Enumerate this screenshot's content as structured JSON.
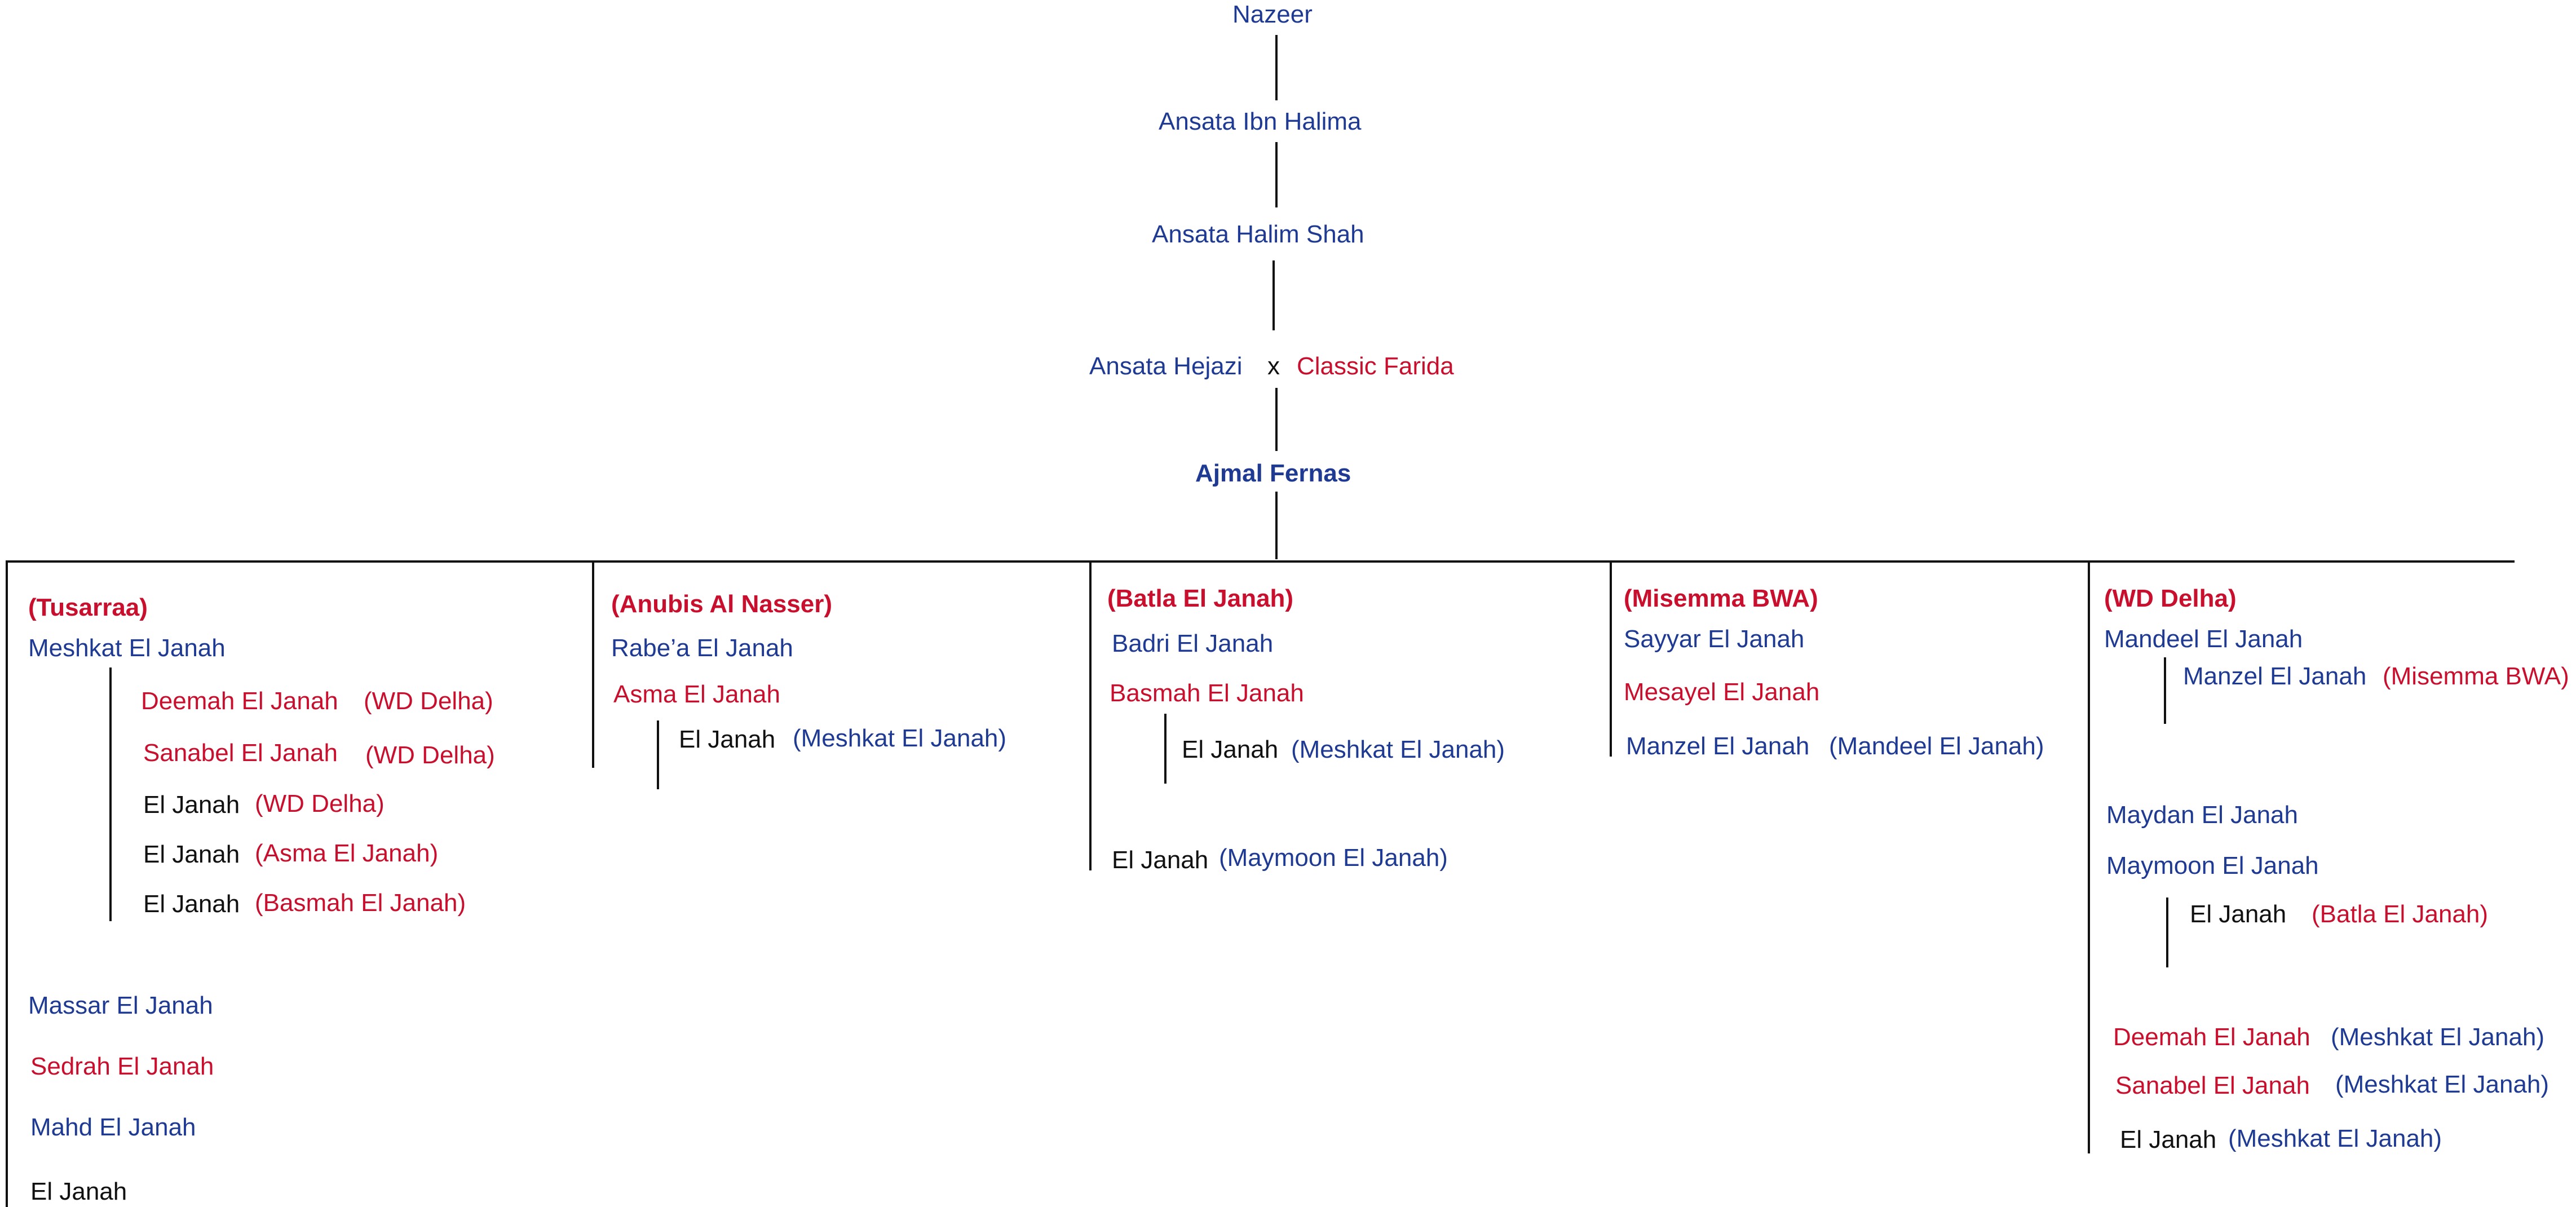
{
  "top": {
    "nazeer": "Nazeer",
    "ibn_halima": "Ansata Ibn Halima",
    "halim_shah": "Ansata Halim Shah",
    "hejazi": "Ansata Hejazi",
    "cross": "x",
    "classic_farida": "Classic Farida",
    "ajmal_fernas": "Ajmal Fernas"
  },
  "col1": {
    "dam": "(Tusarraa)",
    "meshkat": "Meshkat El Janah",
    "deemah": "Deemah El Janah",
    "deemah_dam": "(WD Delha)",
    "sanabel": "Sanabel El Janah",
    "sanabel_dam": "(WD Delha)",
    "ej1": "El Janah",
    "ej1_dam": "(WD Delha)",
    "ej2": "El Janah",
    "ej2_dam": "(Asma El Janah)",
    "ej3": "El Janah",
    "ej3_dam": "(Basmah El Janah)",
    "massar": "Massar El Janah",
    "sedrah": "Sedrah El Janah",
    "mahd": "Mahd El Janah",
    "ej_last": "El Janah"
  },
  "col2": {
    "dam": "(Anubis Al Nasser)",
    "rabea": "Rabe’a El Janah",
    "asma": "Asma El Janah",
    "ej": "El Janah",
    "ej_sire": "(Meshkat El Janah)"
  },
  "col3": {
    "dam": "(Batla El Janah)",
    "badri": "Badri El Janah",
    "basmah": "Basmah El Janah",
    "ej": "El Janah",
    "ej_sire": "(Meshkat El Janah)",
    "ej2": "El Janah",
    "ej2_sire": "(Maymoon El Janah)"
  },
  "col4": {
    "dam": "(Misemma BWA)",
    "sayyar": "Sayyar El Janah",
    "mesayel": "Mesayel El Janah",
    "manzel": "Manzel El Janah",
    "manzel_parent": "(Mandeel El Janah)"
  },
  "col5": {
    "dam": "(WD Delha)",
    "mandeel": "Mandeel El Janah",
    "manzel": "Manzel El Janah",
    "manzel_dam": "(Misemma BWA)",
    "maydan": "Maydan El Janah",
    "maymoon": "Maymoon El Janah",
    "ej": "El Janah",
    "ej_dam": "(Batla El Janah)",
    "deemah": "Deemah El Janah",
    "deemah_sire": "(Meshkat El Janah)",
    "sanabel": "Sanabel El Janah",
    "sanabel_sire": "(Meshkat El Janah)",
    "ej2": "El Janah",
    "ej2_sire": "(Meshkat El Janah)"
  },
  "colors": {
    "stallion": "#1f3a93",
    "mare": "#c8102e",
    "unnamed": "#111111"
  }
}
